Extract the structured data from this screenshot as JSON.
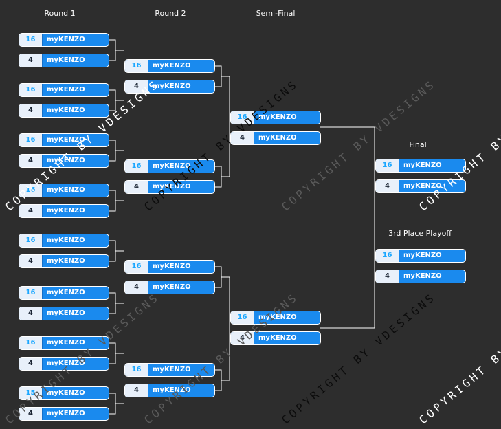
{
  "rounds": {
    "round1": "Round 1",
    "round2": "Round 2",
    "semi": "Semi-Final",
    "final": "Final",
    "third": "3rd Place Playoff"
  },
  "watermark": "COPYRIGHT BY VDESIGNS",
  "slots": {
    "r1": [
      {
        "seed": "16",
        "team": "myKENZO"
      },
      {
        "seed": "4",
        "team": "myKENZO"
      },
      {
        "seed": "16",
        "team": "myKENZO"
      },
      {
        "seed": "4",
        "team": "myKENZO"
      },
      {
        "seed": "16",
        "team": "myKENZO"
      },
      {
        "seed": "4",
        "team": "myKENZO"
      },
      {
        "seed": "16",
        "team": "myKENZO"
      },
      {
        "seed": "4",
        "team": "myKENZO"
      },
      {
        "seed": "16",
        "team": "myKENZO"
      },
      {
        "seed": "4",
        "team": "myKENZO"
      },
      {
        "seed": "16",
        "team": "myKENZO"
      },
      {
        "seed": "4",
        "team": "myKENZO"
      },
      {
        "seed": "16",
        "team": "myKENZO"
      },
      {
        "seed": "4",
        "team": "myKENZO"
      },
      {
        "seed": "15",
        "team": "myKENZO"
      },
      {
        "seed": "4",
        "team": "myKENZO"
      }
    ],
    "r2": [
      {
        "seed": "16",
        "team": "myKENZO"
      },
      {
        "seed": "4",
        "team": "myKENZO"
      },
      {
        "seed": "16",
        "team": "myKENZO"
      },
      {
        "seed": "4",
        "team": "myKENZO"
      },
      {
        "seed": "16",
        "team": "myKENZO"
      },
      {
        "seed": "4",
        "team": "myKENZO"
      },
      {
        "seed": "16",
        "team": "myKENZO"
      },
      {
        "seed": "4",
        "team": "myKENZO"
      }
    ],
    "sf": [
      {
        "seed": "16",
        "team": "myKENZO"
      },
      {
        "seed": "4",
        "team": "myKENZO"
      },
      {
        "seed": "16",
        "team": "myKENZO"
      },
      {
        "seed": "4",
        "team": "myKENZO"
      }
    ],
    "final": [
      {
        "seed": "16",
        "team": "myKENZO"
      },
      {
        "seed": "4",
        "team": "myKENZO"
      }
    ],
    "third": [
      {
        "seed": "16",
        "team": "myKENZO"
      },
      {
        "seed": "4",
        "team": "myKENZO"
      }
    ]
  },
  "colors": {
    "background": "#2d2d2d",
    "slot_fill": "#1a8aee",
    "seed_box": "#e8f0fa",
    "seed_highlight": "#1aa7ff",
    "connector": "#ffffff"
  }
}
